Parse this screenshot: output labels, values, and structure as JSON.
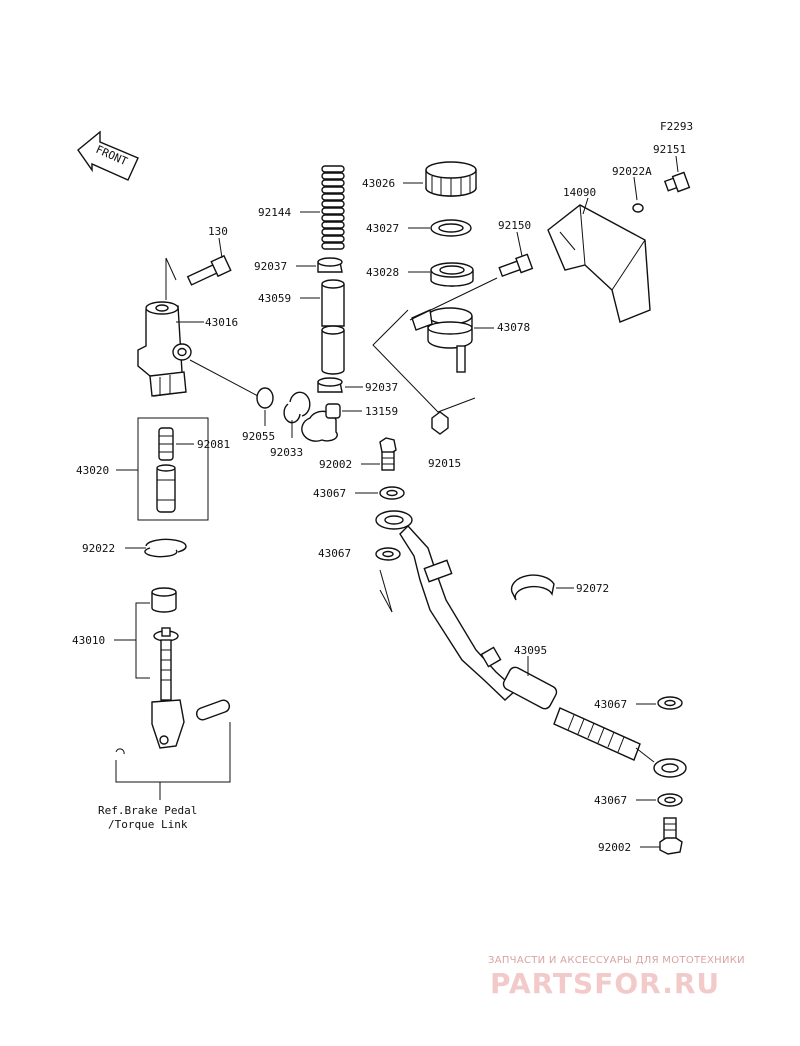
{
  "figure_code": "F2293",
  "front_arrow": "FRONT",
  "labels": {
    "p92151": "92151",
    "p92022a": "92022A",
    "p14090": "14090",
    "p43026": "43026",
    "p92144": "92144",
    "p43027": "43027",
    "p92150": "92150",
    "p130": "130",
    "p92037a": "92037",
    "p43028": "43028",
    "p43059": "43059",
    "p43016": "43016",
    "p43078": "43078",
    "p92037b": "92037",
    "p13159": "13159",
    "p92055": "92055",
    "p92033": "92033",
    "p92081": "92081",
    "p43020": "43020",
    "p92002a": "92002",
    "p92015": "92015",
    "p43067a": "43067",
    "p43067b": "43067",
    "p92022": "92022",
    "p92072": "92072",
    "p43010": "43010",
    "p43095": "43095",
    "p43067c": "43067",
    "p43067d": "43067",
    "p92002b": "92002"
  },
  "reference_note": {
    "line1": "Ref.Brake Pedal",
    "line2": "/Torque Link"
  },
  "watermark": {
    "tagline": "ЗАПЧАСТИ И АКСЕССУАРЫ ДЛЯ МОТОТЕХНИКИ",
    "brand": "PARTSFOR.RU"
  }
}
